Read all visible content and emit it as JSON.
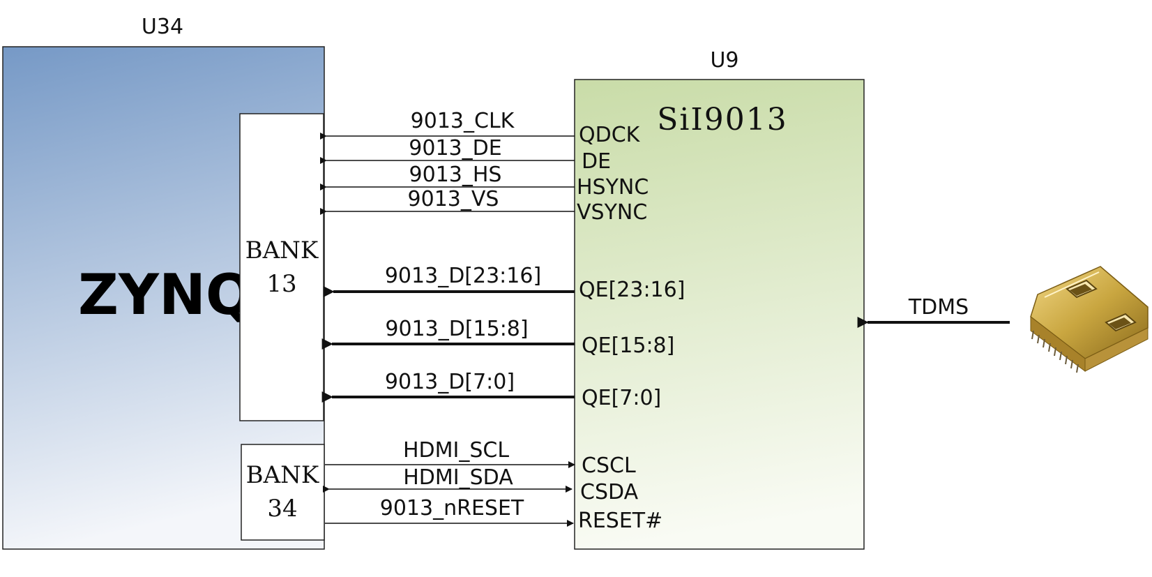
{
  "fpga": {
    "refdes": "U34",
    "name": "ZYNQ"
  },
  "banks": [
    {
      "line1": "BANK",
      "line2": "13"
    },
    {
      "line1": "BANK",
      "line2": "34"
    }
  ],
  "chip": {
    "refdes": "U9",
    "name": "SiI9013"
  },
  "signals": [
    {
      "net": "9013_CLK",
      "pin": "QDCK",
      "direction": "to-fpga",
      "width": "thin"
    },
    {
      "net": "9013_DE",
      "pin": "DE",
      "direction": "to-fpga",
      "width": "thin"
    },
    {
      "net": "9013_HS",
      "pin": "HSYNC",
      "direction": "to-fpga",
      "width": "thin"
    },
    {
      "net": "9013_VS",
      "pin": "VSYNC",
      "direction": "to-fpga",
      "width": "thin"
    },
    {
      "net": "9013_D[23:16]",
      "pin": "QE[23:16]",
      "direction": "to-fpga",
      "width": "bus"
    },
    {
      "net": "9013_D[15:8]",
      "pin": "QE[15:8]",
      "direction": "to-fpga",
      "width": "bus"
    },
    {
      "net": "9013_D[7:0]",
      "pin": "QE[7:0]",
      "direction": "to-fpga",
      "width": "bus"
    },
    {
      "net": "HDMI_SCL",
      "pin": "CSCL",
      "direction": "to-chip",
      "width": "thin"
    },
    {
      "net": "HDMI_SDA",
      "pin": "CSDA",
      "direction": "bidirectional",
      "width": "thin"
    },
    {
      "net": "9013_nRESET",
      "pin": "RESET#",
      "direction": "to-chip",
      "width": "thin"
    }
  ],
  "input": {
    "label": "TDMS",
    "connector_icon": "hdmi-connector-icon"
  },
  "colors": {
    "fpga_gradient_top": "#7699c6",
    "fpga_gradient_bottom": "#f4f6fa",
    "chip_gradient_top": "#c9dca8",
    "chip_gradient_bottom": "#f9fbf4",
    "connector_gold": "#c9a640"
  }
}
